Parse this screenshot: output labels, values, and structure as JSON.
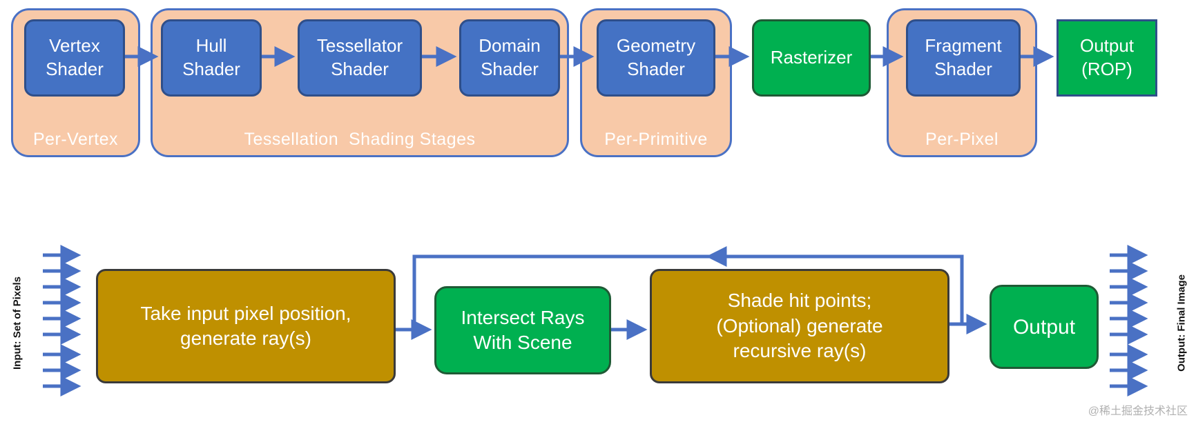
{
  "top": {
    "groups": {
      "per_vertex": "Per-Vertex",
      "tessellation": "Tessellation  Shading Stages",
      "per_primitive": "Per-Primitive",
      "per_pixel": "Per-Pixel"
    },
    "stages": {
      "vertex": "Vertex\nShader",
      "hull": "Hull\nShader",
      "tessellator": "Tessellator\nShader",
      "domain": "Domain\nShader",
      "geometry": "Geometry\nShader",
      "rasterizer": "Rasterizer",
      "fragment": "Fragment\nShader",
      "output": "Output\n(ROP)"
    }
  },
  "bottom": {
    "input_label": "Input:  Set of Pixels",
    "output_label": "Output:  Final Image",
    "steps": {
      "generate": "Take input pixel position,\ngenerate ray(s)",
      "intersect": "Intersect Rays\nWith Scene",
      "shade": "Shade hit points;\n(Optional)  generate\nrecursive  ray(s)",
      "output": "Output"
    }
  },
  "watermark": "@稀土掘金技术社区",
  "colors": {
    "group_fill": "#f8c9a8",
    "shader_blue": "#4472c4",
    "fixed_green": "#00b050",
    "raytrace_gold": "#bf9000",
    "arrow_blue": "#4a71c4"
  }
}
